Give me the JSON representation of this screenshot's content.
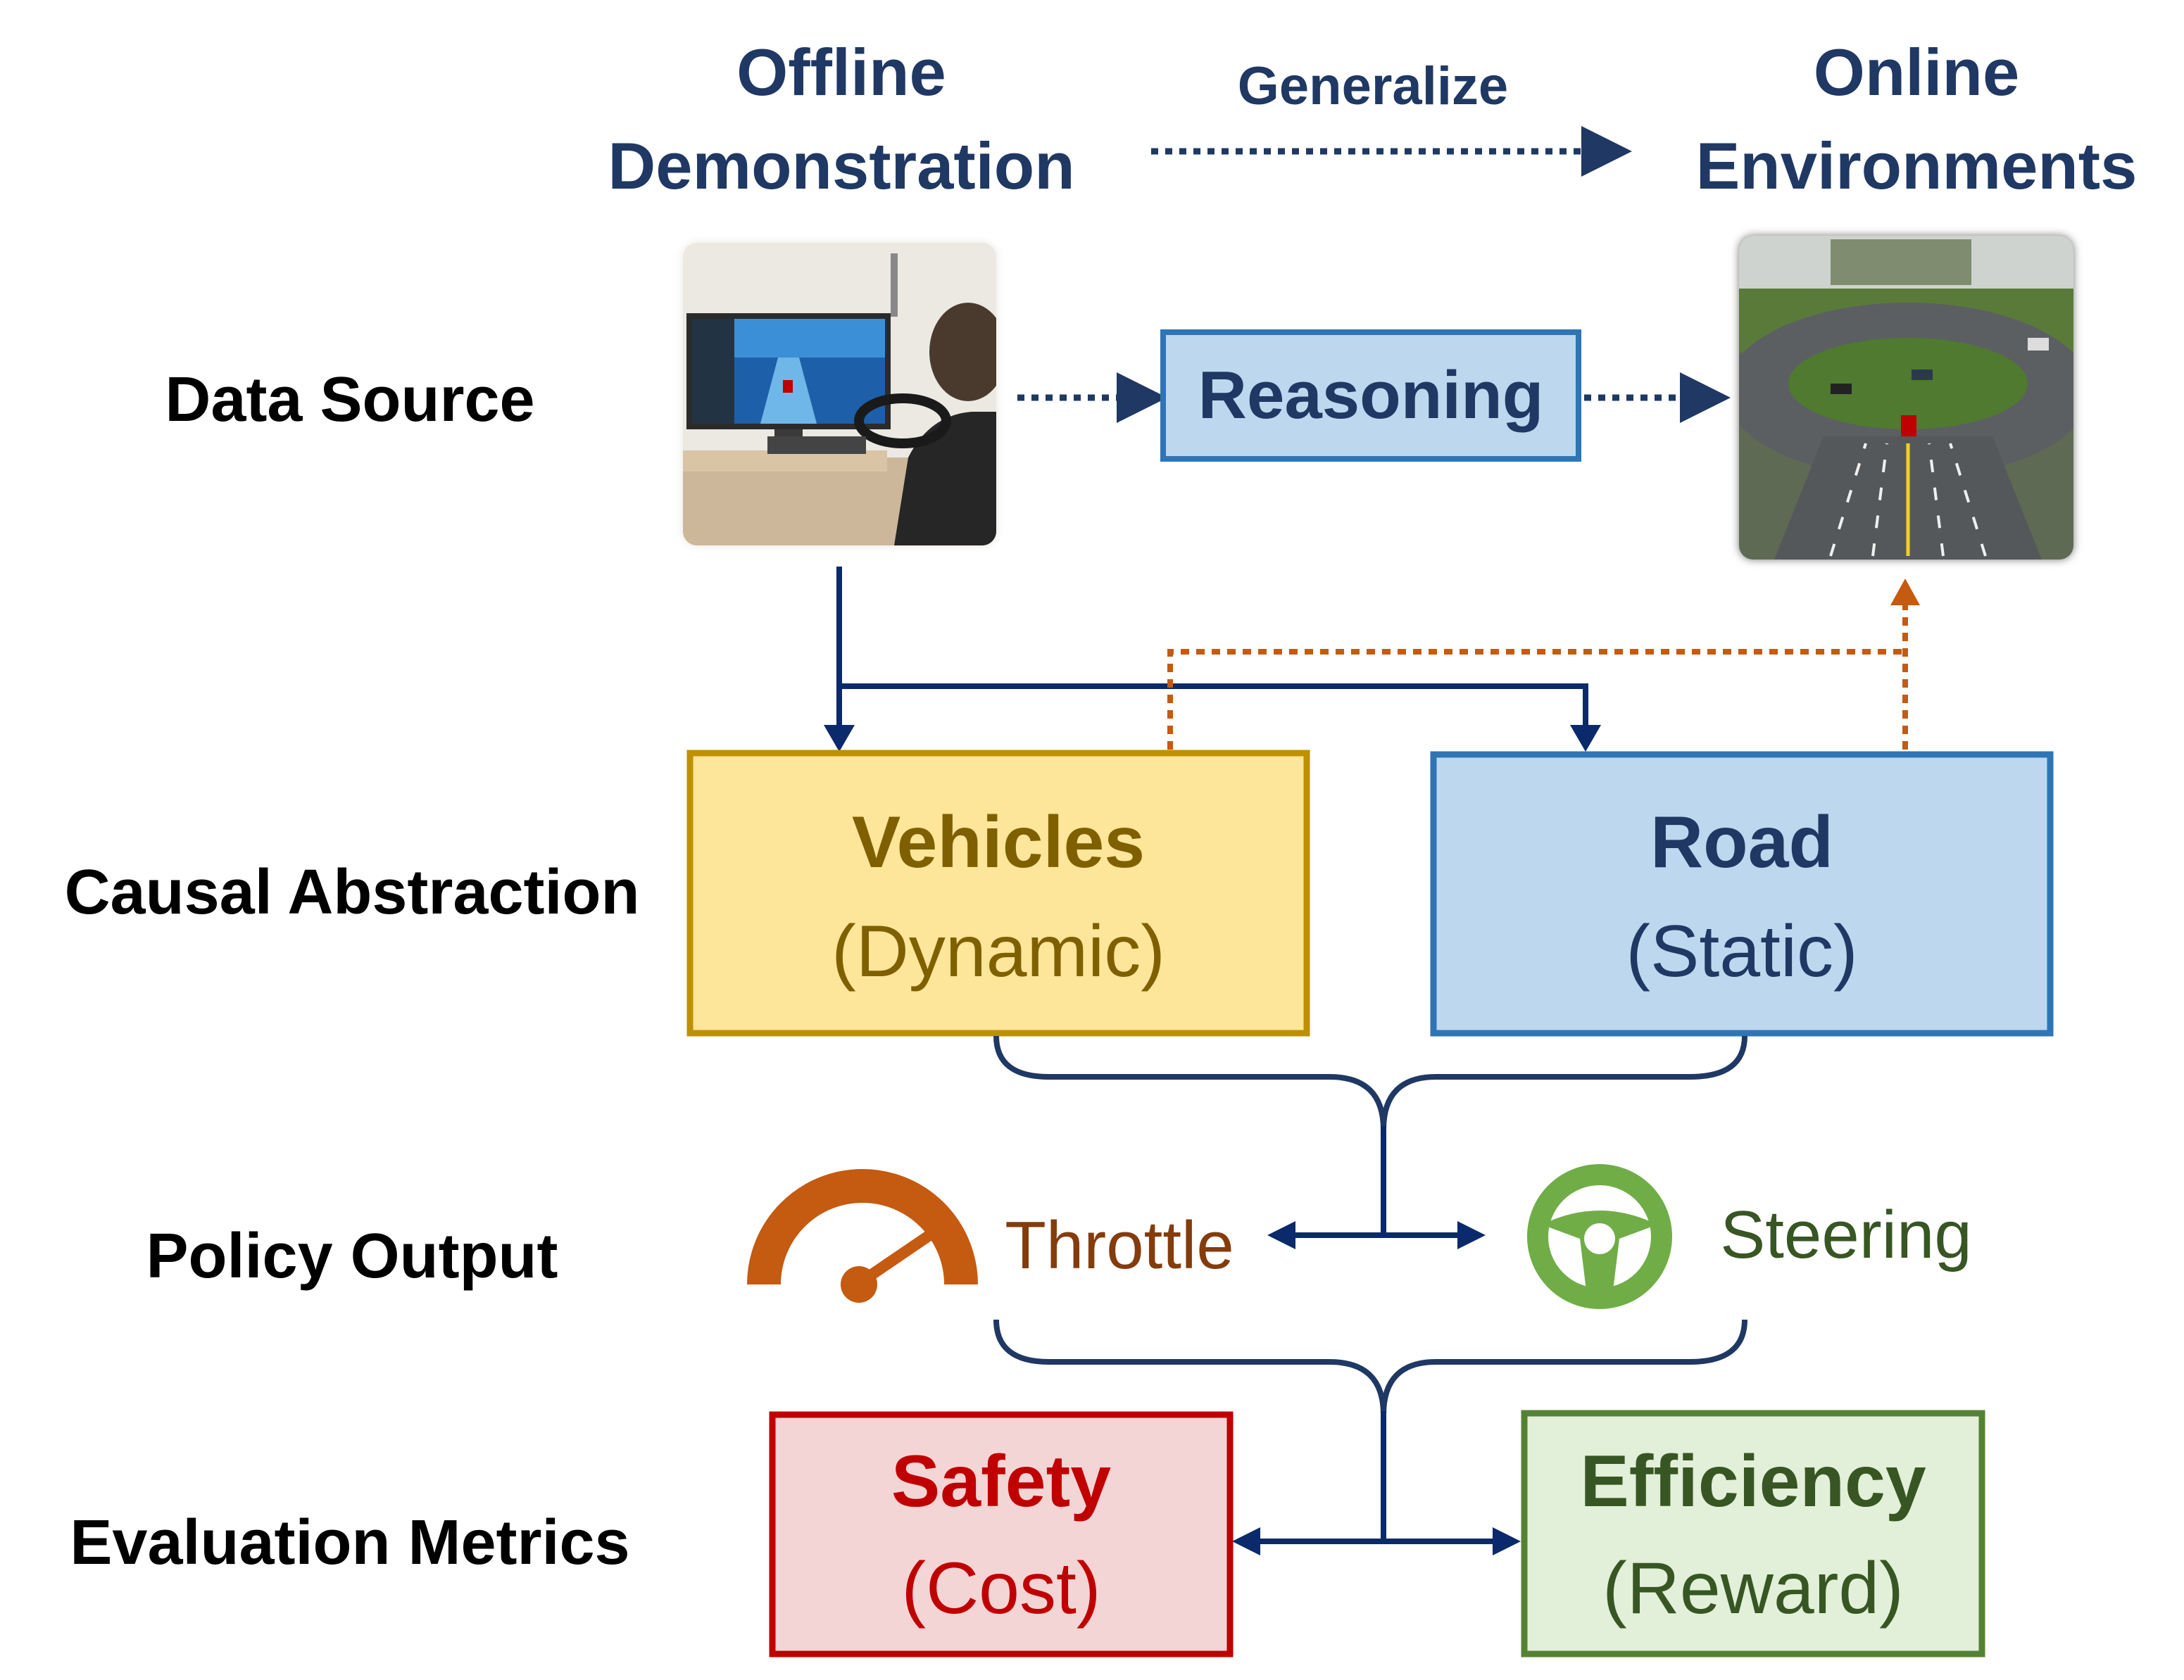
{
  "header": {
    "offline_line1": "Offline",
    "offline_line2": "Demonstration",
    "generalize": "Generalize",
    "online_line1": "Online",
    "online_line2": "Environments"
  },
  "rows": {
    "data_source": "Data Source",
    "causal_abstraction": "Causal Abstraction",
    "policy_output": "Policy Output",
    "evaluation_metrics": "Evaluation Metrics"
  },
  "reasoning": {
    "label": "Reasoning"
  },
  "vehicles": {
    "title": "Vehicles",
    "subtitle": "(Dynamic)"
  },
  "road": {
    "title": "Road",
    "subtitle": "(Static)"
  },
  "policy": {
    "throttle": "Throttle",
    "steering": "Steering"
  },
  "metrics": {
    "safety_title": "Safety",
    "safety_subtitle": "(Cost)",
    "efficiency_title": "Efficiency",
    "efficiency_subtitle": "(Reward)"
  },
  "colors": {
    "navy": "#1f3864",
    "arrow_navy": "#0b2a6b",
    "orange_dotted": "#c55a11",
    "vehicles_fill": "#fde59a",
    "vehicles_border": "#bf9000",
    "vehicles_text": "#7f6000",
    "road_fill": "#bdd7ee",
    "road_border": "#2e75b6",
    "throttle_icon": "#c55a11",
    "throttle_text": "#843c0c",
    "steering_icon": "#70ad47",
    "steering_text": "#375623",
    "safety_fill": "#f4d5d6",
    "safety_border": "#c00000",
    "safety_text": "#c00000",
    "efficiency_fill": "#e2efd9",
    "efficiency_border": "#548235",
    "efficiency_text": "#375623"
  },
  "images": {
    "offline_photo": "driving-simulator-photo",
    "online_scene": "roundabout-simulation-scene"
  }
}
